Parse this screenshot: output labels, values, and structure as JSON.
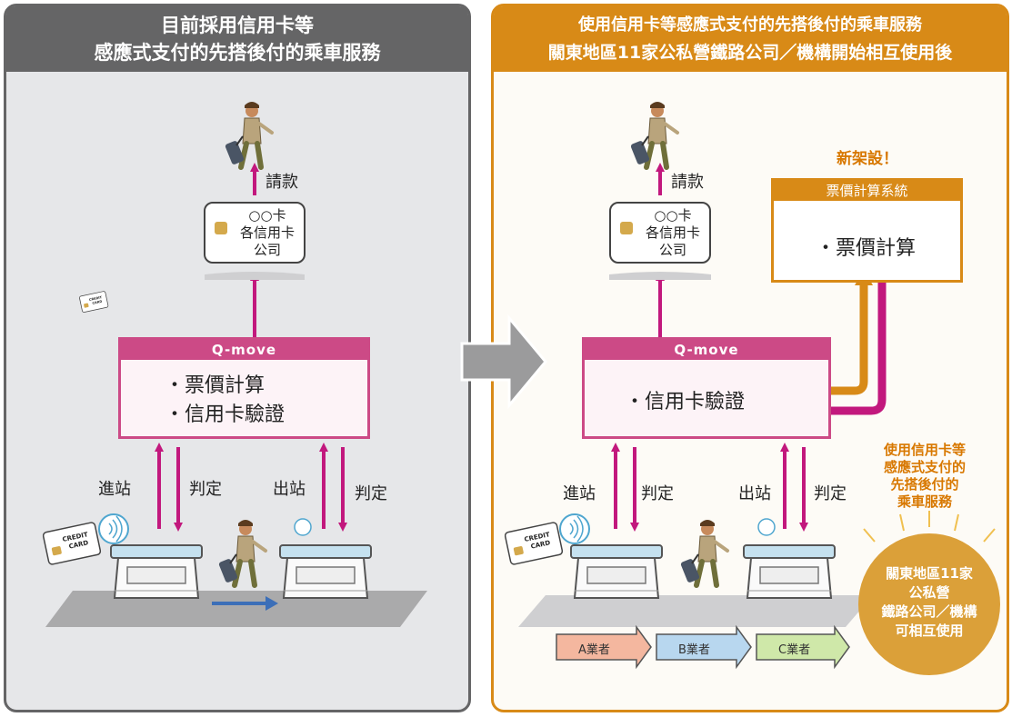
{
  "left": {
    "heading": [
      "目前採用信用卡等",
      "感應式支付的先搭後付的乘車服務"
    ],
    "billing_label": "請款",
    "card_company": [
      "○○卡",
      "各信用卡",
      "公司"
    ],
    "qmove_title": "Q-move",
    "qmove_items": [
      "・票價計算",
      "・信用卡驗證"
    ],
    "entry_label": "進站",
    "judge_label_1": "判定",
    "exit_label": "出站",
    "judge_label_2": "判定"
  },
  "right": {
    "heading": [
      "使用信用卡等感應式支付的先搭後付的乘車服務",
      "關東地區11家公私營鐵路公司／機構開始相互使用後"
    ],
    "billing_label": "請款",
    "card_company": [
      "○○卡",
      "各信用卡",
      "公司"
    ],
    "new_label": "新架設！",
    "fare_system_title": "票價計算系統",
    "fare_system_item": "・票價計算",
    "qmove_title": "Q-move",
    "qmove_items": [
      "・信用卡驗證"
    ],
    "entry_label": "進站",
    "judge_label_1": "判定",
    "exit_label": "出站",
    "judge_label_2": "判定",
    "service_note": [
      "使用信用卡等",
      "感應式支付的",
      "先搭後付的",
      "乘車服務"
    ],
    "badge_text": [
      "關東地區11家",
      "公私營",
      "鐵路公司／機構",
      "可相互使用"
    ],
    "operators": [
      "A業者",
      "B業者",
      "C業者"
    ]
  },
  "colors": {
    "gray": "#656566",
    "orange": "#d88a17",
    "magenta": "#c2187d",
    "pink_border": "#cc4a86",
    "blue_arrow": "#3c6fb8"
  }
}
